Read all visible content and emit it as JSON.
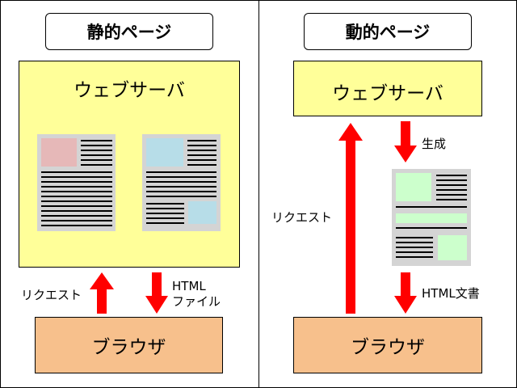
{
  "left": {
    "title": "静的ページ",
    "server": "ウェブサーバ",
    "browser": "ブラウザ",
    "request": "リクエスト",
    "response_line1": "HTML",
    "response_line2": "ファイル"
  },
  "right": {
    "title": "動的ページ",
    "server": "ウェブサーバ",
    "browser": "ブラウザ",
    "request": "リクエスト",
    "generate": "生成",
    "document": "HTML文書"
  },
  "colors": {
    "server_fill": "#ffff99",
    "browser_fill": "#f7c08c",
    "arrow_red": "#ff0000",
    "doc_gray": "#d4d4d4",
    "pink": "#e6b8b8",
    "light_blue": "#b7dde8",
    "light_green": "#ccffcc"
  }
}
